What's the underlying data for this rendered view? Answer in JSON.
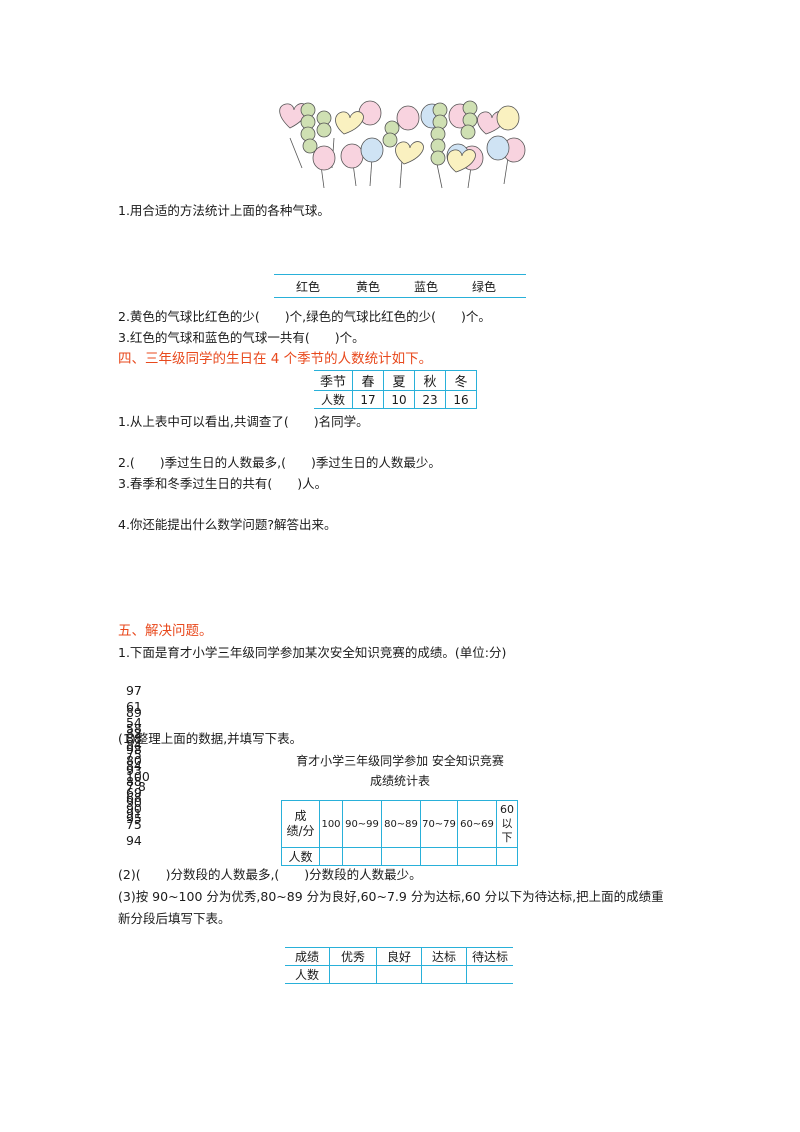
{
  "balloons_q": {
    "q1": "1.用合适的方法统计上面的各种气球。",
    "colors": [
      "红色",
      "黄色",
      "蓝色",
      "绿色"
    ],
    "q2": "2.黄色的气球比红色的少(　　)个,绿色的气球比红色的少(　　)个。",
    "q3": "3.红色的气球和蓝色的气球一共有(　　)个。"
  },
  "section4": {
    "title": "四、三年级同学的生日在 4 个季节的人数统计如下。",
    "table": {
      "header_label": "季节",
      "row_label": "人数",
      "seasons": [
        "春",
        "夏",
        "秋",
        "冬"
      ],
      "counts": [
        "17",
        "10",
        "23",
        "16"
      ]
    },
    "q1": "1.从上表中可以看出,共调查了(　　)名同学。",
    "q2": "2.(　　)季过生日的人数最多,(　　)季过生日的人数最少。",
    "q3": "3.春季和冬季过生日的共有(　　)人。",
    "q4": "4.你还能提出什么数学问题?解答出来。"
  },
  "section5": {
    "title": "五、解决问题。",
    "q1": "1.下面是育才小学三年级同学参加某次安全知识竞赛的成绩。(单位:分)",
    "scores_rows": [
      [
        "97",
        "61",
        "54",
        "88",
        "75",
        "93",
        "7.8",
        "90",
        "95"
      ],
      [
        "89",
        "58",
        "84",
        "80",
        "100",
        "69",
        "90",
        "75",
        "94"
      ],
      [
        "82",
        "98",
        "84",
        "88",
        "68",
        "91"
      ]
    ],
    "sub1": "(1)整理上面的数据,并填写下表。",
    "table_title_1": "育才小学三年级同学参加 安全知识竞赛",
    "table_title_2": "成绩统计表",
    "score_table": {
      "header_label_1": "成",
      "header_label_2": "绩/分",
      "ranges": [
        "100",
        "90~99",
        "80~89",
        "70~79",
        "60~69"
      ],
      "last_range": [
        "60",
        "以",
        "下"
      ],
      "row_label": "人数"
    },
    "sub2": "(2)(　　)分数段的人数最多,(　　)分数段的人数最少。",
    "sub3_line1": "(3)按 90~100 分为优秀,80~89 分为良好,60~7.9 分为达标,60 分以下为待达标,把上面的成绩重",
    "sub3_line2": "新分段后填写下表。",
    "level_table": {
      "header_label": "成绩",
      "levels": [
        "优秀",
        "良好",
        "达标",
        "待达标"
      ],
      "row_label": "人数"
    }
  }
}
